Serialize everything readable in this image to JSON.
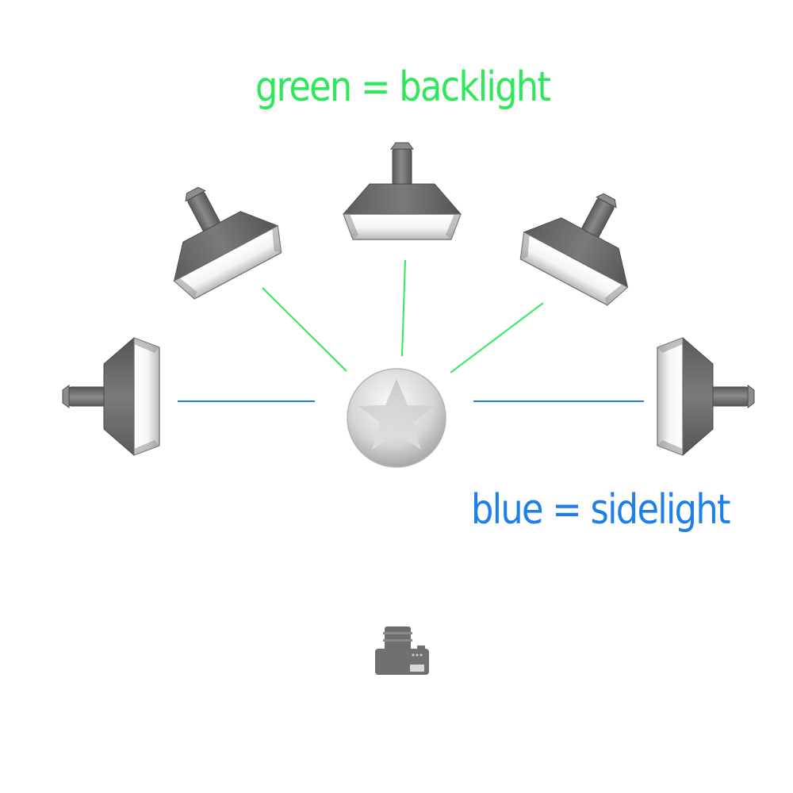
{
  "colors": {
    "backlight": "#2ee85a",
    "sidelight": "#1f7fe8",
    "light_body": "#6a6a6a",
    "light_dark": "#505050",
    "camera": "#707070"
  },
  "legend": {
    "backlight_text": "green = backlight",
    "sidelight_text": "blue = sidelight"
  },
  "icons": {
    "light": "softbox-light-icon",
    "subject": "star-subject-icon",
    "camera": "camera-icon"
  },
  "lights": [
    {
      "id": "left",
      "role": "sidelight"
    },
    {
      "id": "upper-left",
      "role": "backlight"
    },
    {
      "id": "top",
      "role": "backlight"
    },
    {
      "id": "upper-right",
      "role": "backlight"
    },
    {
      "id": "right",
      "role": "sidelight"
    }
  ]
}
